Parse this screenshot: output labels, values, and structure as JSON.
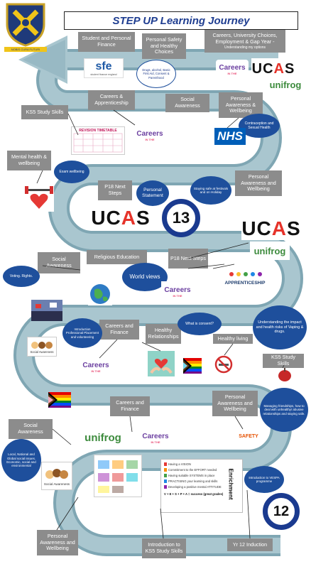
{
  "title": "STEP UP Learning Journey",
  "crest": {
    "motto": "NOBIS CURA FUTURI"
  },
  "year_markers": {
    "year13": "13",
    "year12": "12"
  },
  "boxes": {
    "student_finance": "Student and Personal Finance",
    "personal_safety": "Personal Safety and Healthy Choices",
    "careers_choices": "Careers, University Choices, Employment & Gap Year -",
    "careers_choices_sub": "Understanding my options",
    "careers_apprenticeship": "Careers & Apprenticeship",
    "social_awareness_top": "Social Awareness",
    "paw_top": "Personal Awareness & Wellbeing",
    "ks5_study_top": "KS5 Study Skills",
    "mental_health": "Mental health & wellbeing",
    "p18_next_left": "P18 Next Steps",
    "paw_right_mid": "Personal Awareness and Wellbeing",
    "social_awareness_left": "Social Awareness",
    "religious_ed": "Religious Education",
    "p18_next_mid": "P18 Next Steps",
    "careers_finance_mid": "Careers and Finance",
    "healthy_relationships": "Healthy Relationships",
    "healthy_living": "Healthy living",
    "ks5_study_right": "KS5 Study Skills",
    "careers_finance_low": "Careers and Finance",
    "paw_right_low": "Personal Awareness and Wellbeing",
    "social_awareness_low": "Social Awareness",
    "paw_bottom": "Personal Awareness and Wellbeing",
    "intro_ks5": "Introduction to KS5 Study Skills",
    "yr12_induction": "Yr 12 Induction"
  },
  "bubbles": {
    "drugs": "Drugs, alcohol, Basic First Aid, Consent & Parenthood",
    "contraception": "Contraception and Sexual Health",
    "exam_wellbeing": "Exam wellbeing",
    "personal_statement": "Personal Statement",
    "staying_safe": "Staying safe at festivals and on Holiday",
    "world_views": "World views",
    "voting": "Voting. Rights.",
    "intro_placement": "Introduction Professional Placement and volunteering",
    "what_consent": "What is consent?",
    "vaping": "Understanding the impact and health risks of Vaping & drugs.",
    "friendships": "Managing friendships, how to deal with unhealthy/ abusive relationships and staying safe.",
    "local_issues": "Local, National and Global social issues. Economic, social and environmental",
    "vespa": "Introduction to VESPA programme"
  },
  "logos": {
    "sfe": "sfe",
    "sfe_sub": "student finance england",
    "careers": "Careers",
    "careers_sub": "IN THE",
    "ucas": "UC",
    "ucas_a": "A",
    "ucas_s": "S",
    "unifrog": "unifrog",
    "nhs": "NHS",
    "revision": "REVISION TIMETABLE",
    "apprenticeship": "APPRENTICESHIP",
    "social_awareness_img": "Social Awareness",
    "enrichment": "Enrichment",
    "enrichment_items": [
      "Having a VISION",
      "Commitment to the EFFORT needed",
      "Having suitable SYSTEMS in place",
      "PRACTISING your learning and skills",
      "Developing a positive mental ATTITUDE"
    ],
    "vespa_formula": "V + E + S + P + A = success (great grades)",
    "safety": "SAFETY"
  }
}
